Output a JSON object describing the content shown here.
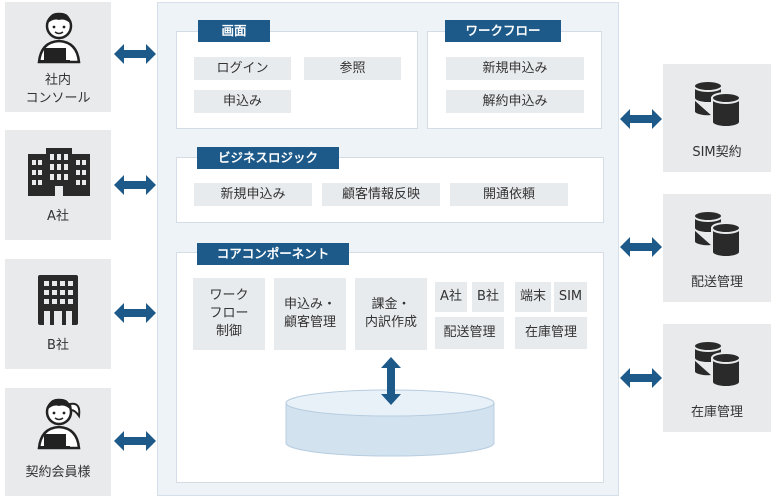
{
  "left_actors": [
    {
      "label": "社内\nコンソール",
      "icon": "console-user-icon"
    },
    {
      "label": "A社",
      "icon": "office-building-icon"
    },
    {
      "label": "B社",
      "icon": "small-building-icon"
    },
    {
      "label": "契約会員様",
      "icon": "member-user-icon"
    }
  ],
  "right_services": [
    {
      "label": "SIM契約",
      "icon": "database-icon"
    },
    {
      "label": "配送管理",
      "icon": "database-icon"
    },
    {
      "label": "在庫管理",
      "icon": "database-icon"
    }
  ],
  "screen": {
    "title": "画面",
    "items": [
      "ログイン",
      "参照",
      "申込み"
    ]
  },
  "workflow": {
    "title": "ワークフロー",
    "items": [
      "新規申込み",
      "解約申込み"
    ]
  },
  "business_logic": {
    "title": "ビジネスロジック",
    "items": [
      "新規申込み",
      "顧客情報反映",
      "開通依頼"
    ]
  },
  "core": {
    "title": "コアコンポーネント",
    "components": [
      "ワーク\nフロー\n制御",
      "申込み・\n顧客管理",
      "課金・\n内訳作成"
    ],
    "delivery": {
      "sub": [
        "A社",
        "B社"
      ],
      "label": "配送管理"
    },
    "inventory": {
      "sub": [
        "端末",
        "SIM"
      ],
      "label": "在庫管理"
    }
  },
  "colors": {
    "accent": "#1d5a8a",
    "card_bg": "#e8eaec",
    "system_bg": "#eef3f8",
    "db_fill": "#d2e2ef"
  }
}
